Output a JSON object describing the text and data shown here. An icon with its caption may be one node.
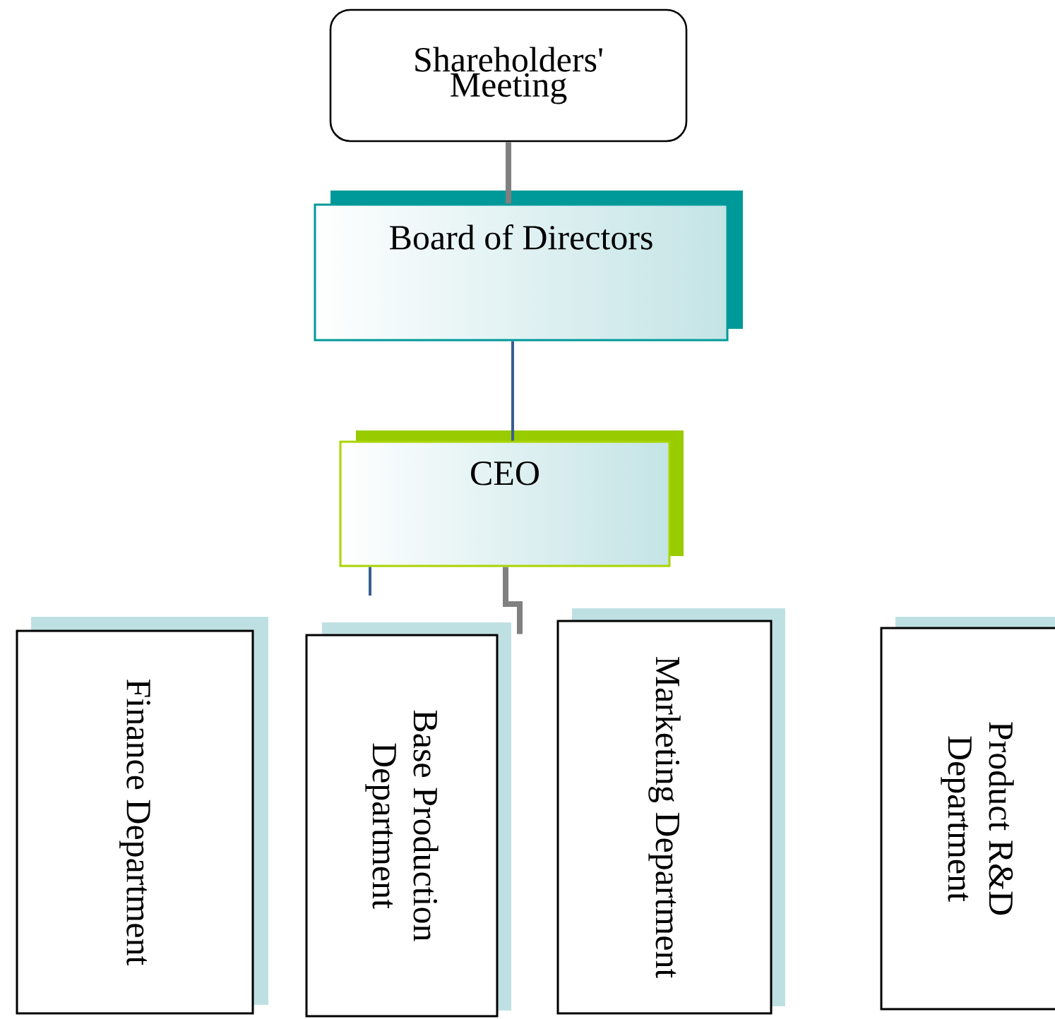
{
  "diagram": {
    "nodes": [
      {
        "text": [
          "Shareholders' Meeting"
        ]
      },
      {
        "text": [
          "Board of Directors"
        ]
      },
      {
        "text": [
          "CEO"
        ]
      },
      {
        "text": [
          "Finance Department"
        ]
      },
      {
        "text": [
          "Base Production Department"
        ]
      },
      {
        "text": [
          "Marketing Department"
        ]
      },
      {
        "text": [
          "Product R&D Department"
        ]
      }
    ],
    "edges": [
      {
        "from": 0,
        "to": 1,
        "arrow": "none",
        "style": "thick",
        "color": "#808080"
      },
      {
        "from": 1,
        "to": 2,
        "arrow": "none",
        "color": "#3a5e94"
      },
      {
        "from": 2,
        "to": null,
        "arrow": "none",
        "color": "#3a5e94"
      },
      {
        "from": 2,
        "to": 4,
        "arrow": "none",
        "style": "thick",
        "color": "#808080"
      }
    ]
  }
}
